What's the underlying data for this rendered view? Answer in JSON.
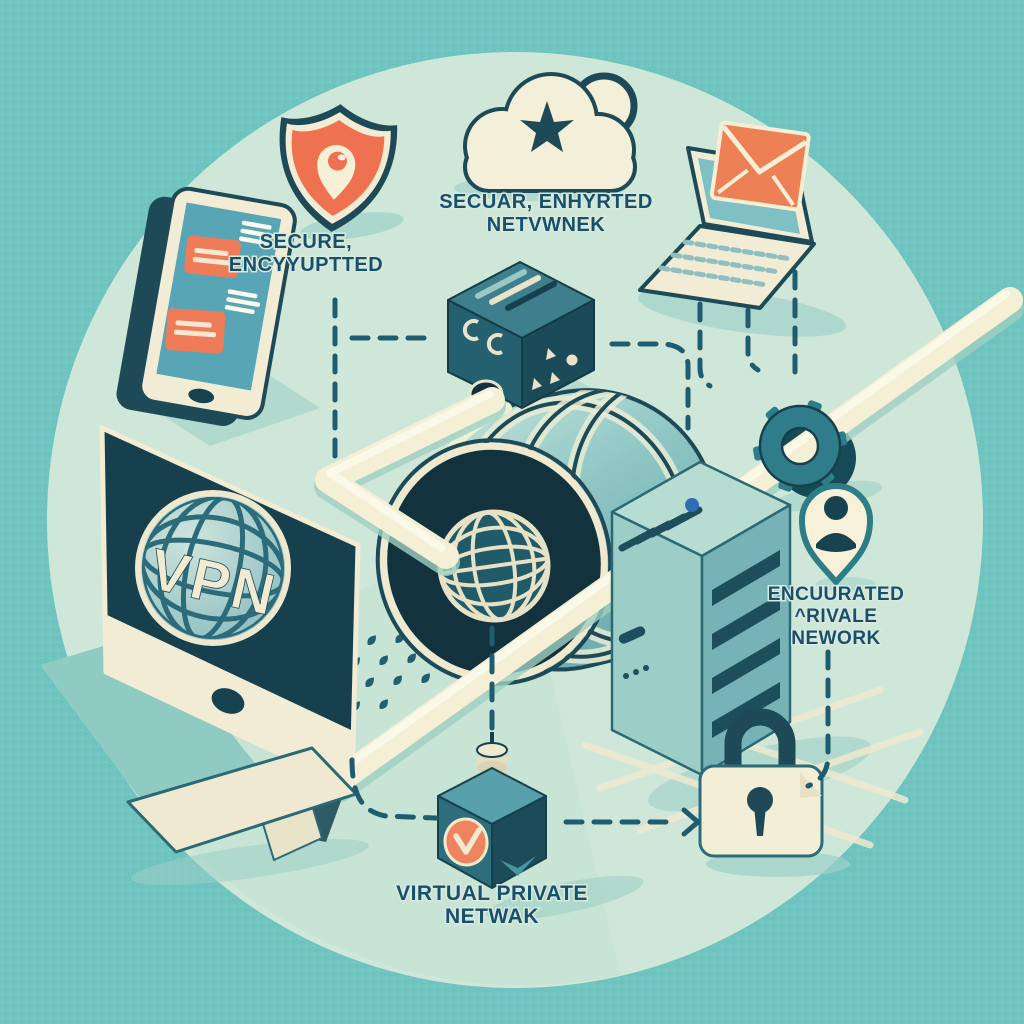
{
  "title": "VPN secure encrypted network illustration",
  "labels": {
    "monitor_logo": "VPN",
    "left_caption": {
      "line1": "SECURE,",
      "line2": "ENCYYUPTTED"
    },
    "top_caption": {
      "line1": "SECUAR, ENHYRTED",
      "line2": "NETVWNEK"
    },
    "right_caption": {
      "line1": "ENCUURATED",
      "line2": "^RIVALE",
      "line3": "NEWORK"
    },
    "bottom_caption": {
      "line1": "VIRTUAL PRIVATE",
      "line2": "NETWAK"
    }
  },
  "icons": [
    "tablet-icon",
    "shield-location-icon",
    "cloud-star-icon",
    "laptop-email-icon",
    "power-adapter-icon",
    "vpn-tunnel-globe-icon",
    "server-icon",
    "gear-coupler-icon",
    "user-location-pin-icon",
    "padlock-icon",
    "checkmark-cube-icon",
    "desktop-monitor-vpn-icon"
  ],
  "colors": {
    "background": "#6fc4bf",
    "circle": "#cfe7d9",
    "dark_teal": "#17434f",
    "mid_teal": "#7fb9bd",
    "cream": "#f3eed5",
    "orange": "#ee7c58",
    "text": "#174f6e",
    "dashed_line": "#1f5c70",
    "blue_dot": "#2f6db5"
  }
}
